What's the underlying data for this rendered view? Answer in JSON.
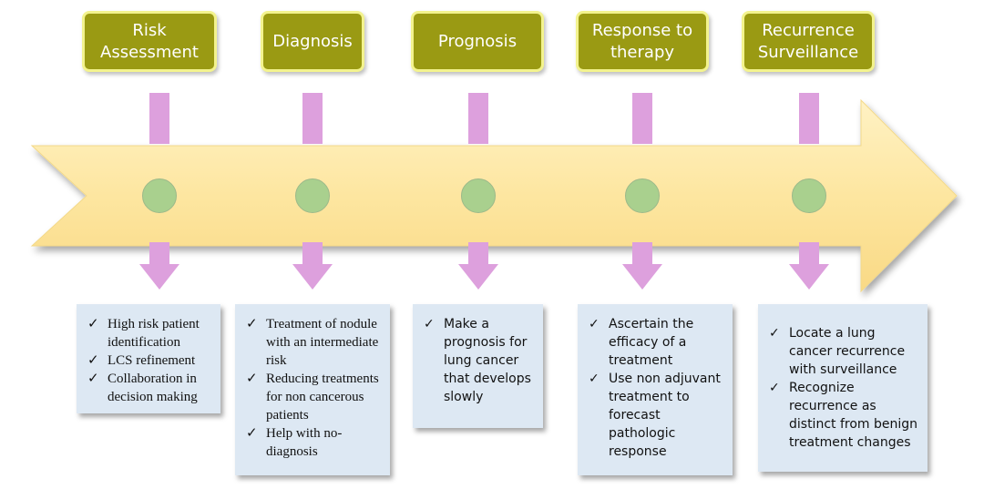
{
  "colors": {
    "arrow_fill": "#fde8a3",
    "stage_box": "#9a9a13",
    "stage_border": "#f3f38e",
    "connector": "#dda0dd",
    "marker": "#a9d08e",
    "detail_box": "#dde8f3"
  },
  "stages": [
    {
      "title": "Risk\nAssessment",
      "items": [
        "High risk patient identification",
        "LCS refinement",
        "Collaboration in decision making"
      ]
    },
    {
      "title": "Diagnosis",
      "items": [
        "Treatment of nodule with an intermediate risk",
        "Reducing treatments for non cancerous patients",
        "Help with no-diagnosis"
      ]
    },
    {
      "title": "Prognosis",
      "items": [
        "Make a prognosis for lung cancer that develops slowly"
      ]
    },
    {
      "title": "Response to\ntherapy",
      "items": [
        "Ascertain the efficacy of a treatment",
        "Use non adjuvant treatment to forecast pathologic response"
      ]
    },
    {
      "title": "Recurrence\nSurveillance",
      "items": [
        "Locate a lung cancer recurrence with surveillance",
        "Recognize recurrence as distinct from benign treatment changes"
      ]
    }
  ],
  "check_mark": "✓"
}
